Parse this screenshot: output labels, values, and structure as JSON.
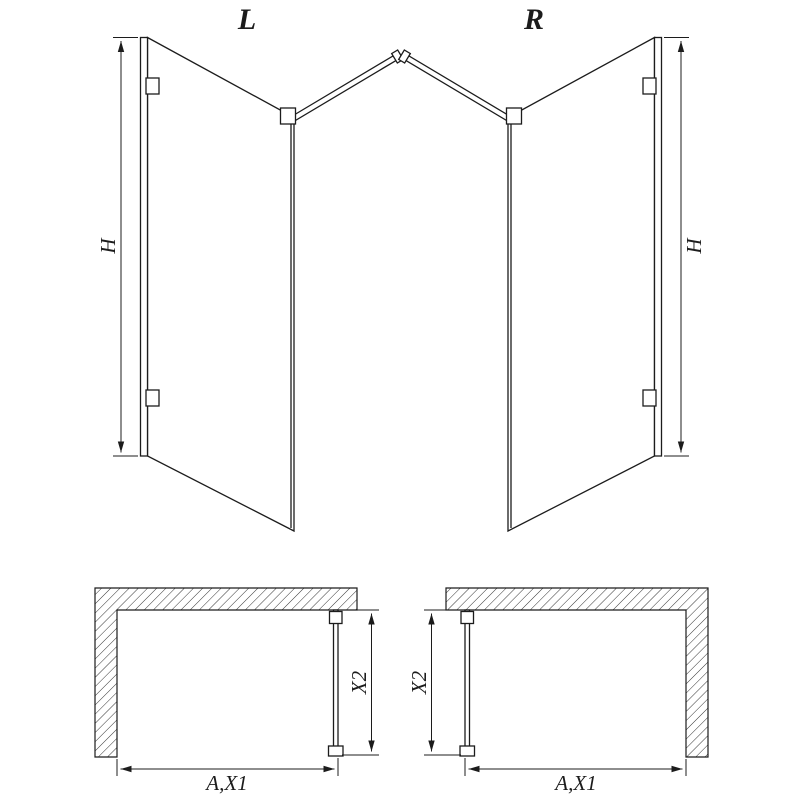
{
  "drawing": {
    "variants": {
      "left": "L",
      "right": "R"
    },
    "dimensions": {
      "height": "H",
      "width": "A,X1",
      "depth": "X2"
    },
    "colors": {
      "line": "#1c1c1c",
      "background": "#ffffff"
    }
  }
}
